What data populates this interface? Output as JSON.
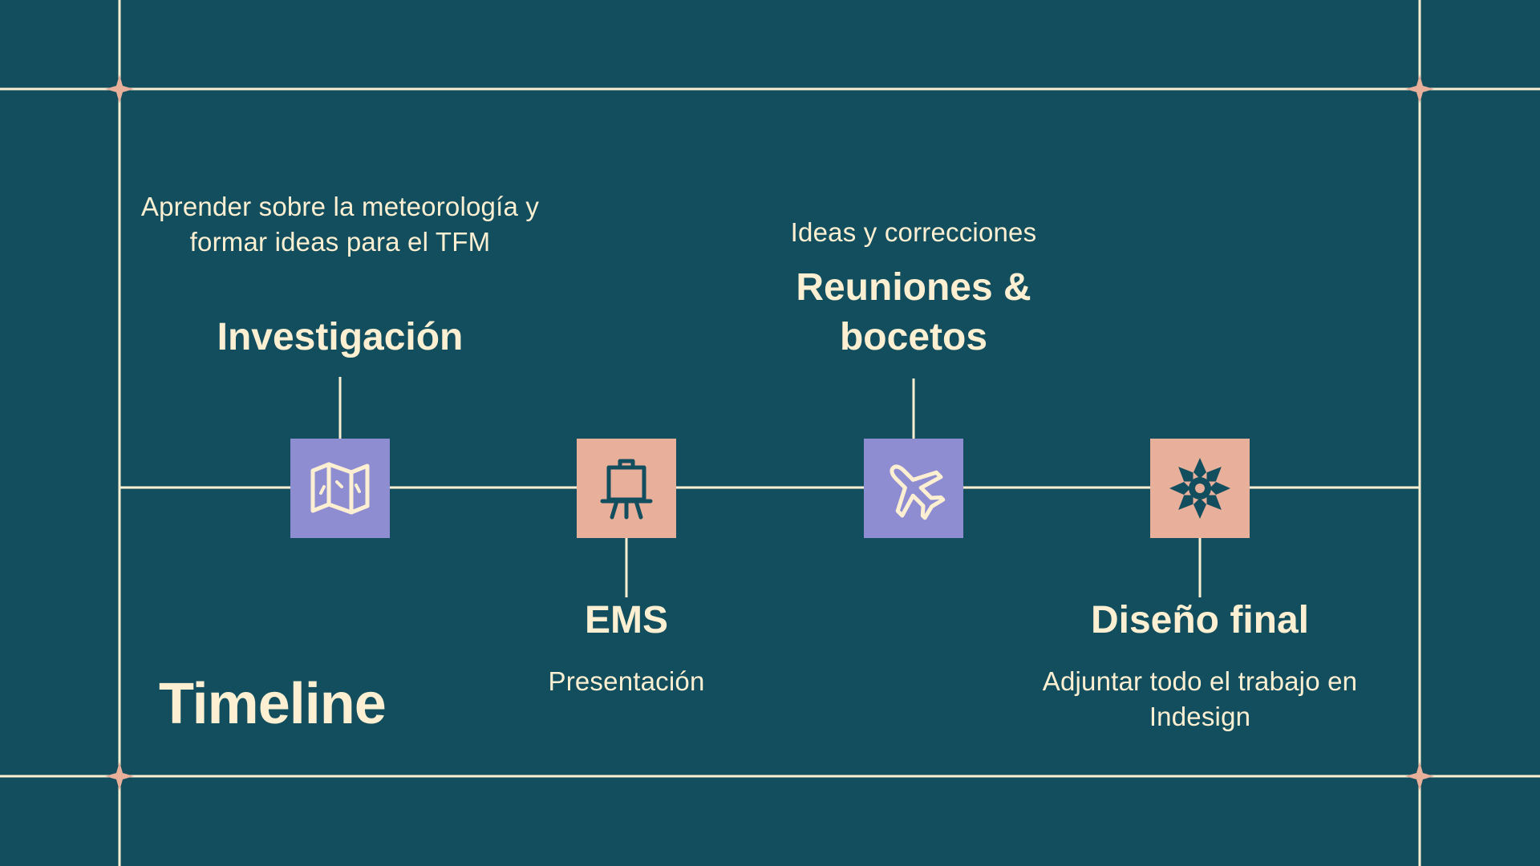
{
  "colors": {
    "background": "#134e5e",
    "line": "#fdf0d2",
    "text": "#fdf0d2",
    "lavender": "#8f8dd2",
    "peach": "#e8b09a",
    "sparkle": "#e8b09a"
  },
  "title": "Timeline",
  "milestones": [
    {
      "heading": "Investigación",
      "description": "Aprender sobre la meteorología y formar ideas para el TFM",
      "icon": "map-icon",
      "box_color": "lavender"
    },
    {
      "heading": "EMS",
      "description": "Presentación",
      "icon": "easel-icon",
      "box_color": "peach"
    },
    {
      "heading": "Reuniones & bocetos",
      "description": "Ideas y correcciones",
      "icon": "airplane-icon",
      "box_color": "lavender"
    },
    {
      "heading": "Diseño final",
      "description": "Adjuntar todo el trabajo en Indesign",
      "icon": "snowflake-icon",
      "box_color": "peach"
    }
  ]
}
